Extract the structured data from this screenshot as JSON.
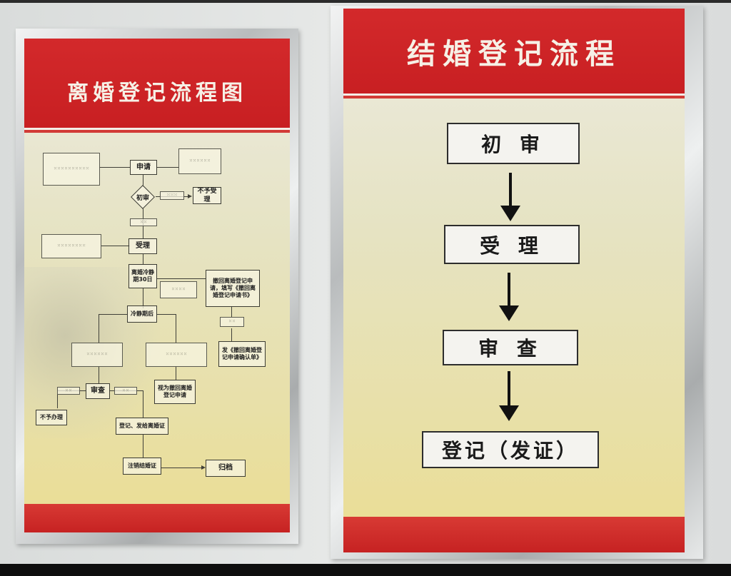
{
  "left_poster": {
    "title": "离婚登记流程图",
    "nodes": {
      "apply": "申请",
      "initial_review": "初审",
      "reject1": "不予受理",
      "accept": "受理",
      "cooling": "离婚冷静期30日",
      "withdraw": "撤回离婚登记申请，填写《撤回离婚登记申请书》",
      "after_cooling": "冷静期后",
      "withdraw_confirm": "发《撤回离婚登记申请确认单》",
      "deemed_withdrawn": "视为撤回离婚登记申请",
      "review": "审查",
      "reject2": "不予办理",
      "register": "登记、发给离婚证",
      "cancel": "注销结婚证",
      "archive": "归档"
    }
  },
  "right_poster": {
    "title": "结婚登记流程",
    "steps": [
      "初 审",
      "受 理",
      "审 查",
      "登记（发证）"
    ]
  }
}
